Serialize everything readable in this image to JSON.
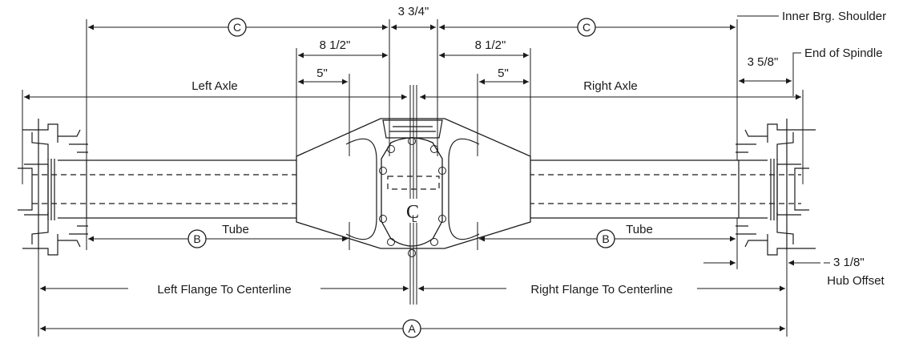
{
  "labels": {
    "circle_a": "A",
    "circle_b": "B",
    "circle_c": "C",
    "dim_3_3_4": "3 3/4\"",
    "dim_8_1_2": "8 1/2\"",
    "dim_5": "5\"",
    "dim_3_5_8": "3 5/8\"",
    "dim_3_1_8": "3 1/8\"",
    "hub_offset": "Hub Offset",
    "left_axle": "Left Axle",
    "right_axle": "Right Axle",
    "tube": "Tube",
    "inner_brg_shoulder": "Inner Brg. Shoulder",
    "end_of_spindle": "End of Spindle",
    "left_flange": "Left Flange To Centerline",
    "right_flange": "Right Flange To Centerline",
    "centerline_symbol": "C",
    "centerline_underline": "L"
  }
}
